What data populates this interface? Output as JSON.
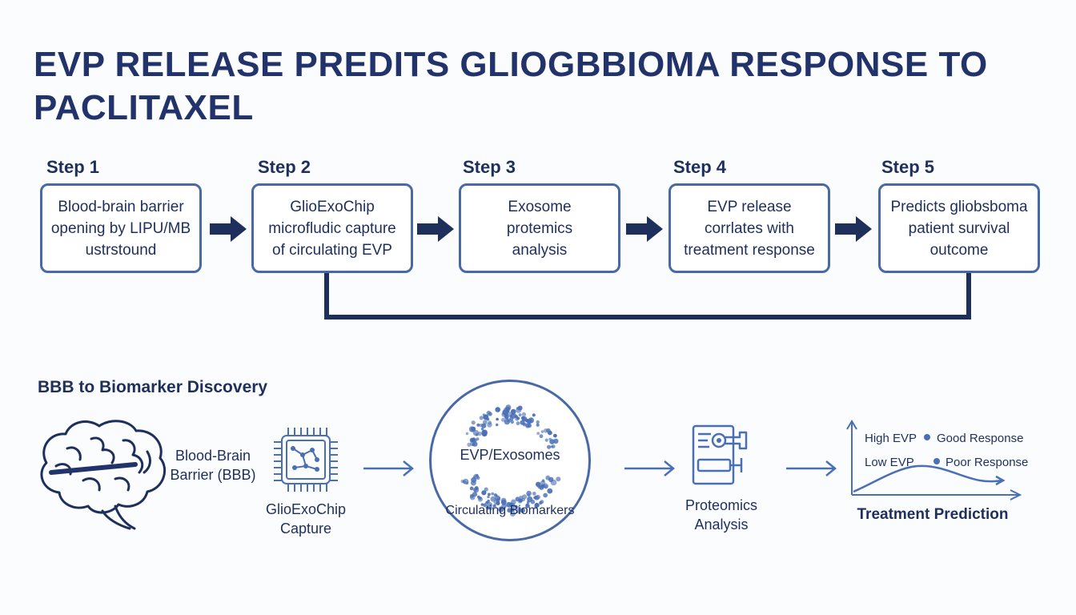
{
  "title": "EVP RELEASE PREDITS GLIOGBBIOMA RESPONSE TO PACLITAXEL",
  "steps": [
    {
      "label": "Step 1",
      "lines": [
        "Blood-brain barrier",
        "opening by LIPU/MB",
        "ustrstound"
      ]
    },
    {
      "label": "Step 2",
      "lines": [
        "GlioExoChip",
        "microfludic capture",
        "of circulating EVP"
      ]
    },
    {
      "label": "Step 3",
      "lines": [
        "Exosome",
        "protemics",
        "analysis"
      ]
    },
    {
      "label": "Step 4",
      "lines": [
        "EVP release",
        "corrlates with",
        "treatment response"
      ]
    },
    {
      "label": "Step 5",
      "lines": [
        "Predicts gliobsboma",
        "patient survival",
        "outcome"
      ]
    }
  ],
  "bottom": {
    "subtitle": "BBB to Biomarker Discovery",
    "brain": {
      "label_lines": [
        "Blood-Brain",
        "Barrier (BBB)"
      ],
      "icon": "brain-icon"
    },
    "chip": {
      "label_lines": [
        "GlioExoChip",
        "Capture"
      ],
      "icon": "microchip-icon"
    },
    "circle": {
      "top_text": "EVP/Exosomes",
      "bottom_text": "Circulating Biomarkers",
      "icon": "exosome-particles-icon"
    },
    "proteomics": {
      "label_lines": [
        "Proteomics",
        "Analysis"
      ],
      "icon": "proteomics-instrument-icon"
    },
    "prediction": {
      "high_label": "High EVP",
      "good_label": "Good Response",
      "low_label": "Low EVP",
      "poor_label": "Poor Response",
      "caption": "Treatment Prediction"
    }
  },
  "colors": {
    "navy": "#1f2f5c",
    "box_border": "#4868a6",
    "arrow": "#1f2f5c",
    "accent": "#4a6fb5"
  }
}
